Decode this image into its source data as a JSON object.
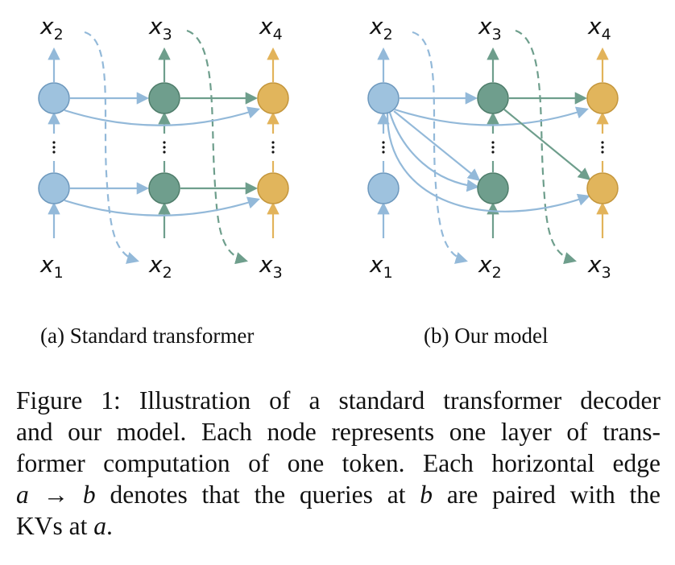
{
  "colors": {
    "blue_fill": "#9ec2de",
    "blue_stroke": "#6d98bd",
    "blue_edge": "#93b9d9",
    "green_fill": "#6f9e8d",
    "green_stroke": "#4f7d6b",
    "green_edge": "#6e9e8c",
    "gold_fill": "#e1b55c",
    "gold_stroke": "#c4963c",
    "gold_edge": "#e2b35a"
  },
  "panels": [
    {
      "id": "a",
      "subcaption": "(a) Standard transformer",
      "top_labels": [
        "x2",
        "x3",
        "x4"
      ],
      "bottom_labels": [
        "x1",
        "x2",
        "x3"
      ]
    },
    {
      "id": "b",
      "subcaption": "(b) Our model",
      "top_labels": [
        "x2",
        "x3",
        "x4"
      ],
      "bottom_labels": [
        "x1",
        "x2",
        "x3"
      ]
    }
  ],
  "caption": {
    "lines": [
      "Figure 1: Illustration of a standard transformer decoder",
      "and our model. Each node represents one layer of trans-",
      "former computation of one token. Each horizontal edge",
      "a → b denotes that the queries at b are paired with the",
      "KVs at a."
    ],
    "line1": "Figure 1: Illustration of a standard transformer decoder",
    "line2": "and our model. Each node represents one layer of trans-",
    "line3": "former computation of one token. Each horizontal edge",
    "line4_a": "a",
    "line4_arrow": " → ",
    "line4_b": "b",
    "line4_mid": " denotes that the queries at ",
    "line4_b2": "b",
    "line4_end": " are paired with the",
    "line5_start": "KVs at ",
    "line5_a": "a",
    "line5_end": "."
  }
}
